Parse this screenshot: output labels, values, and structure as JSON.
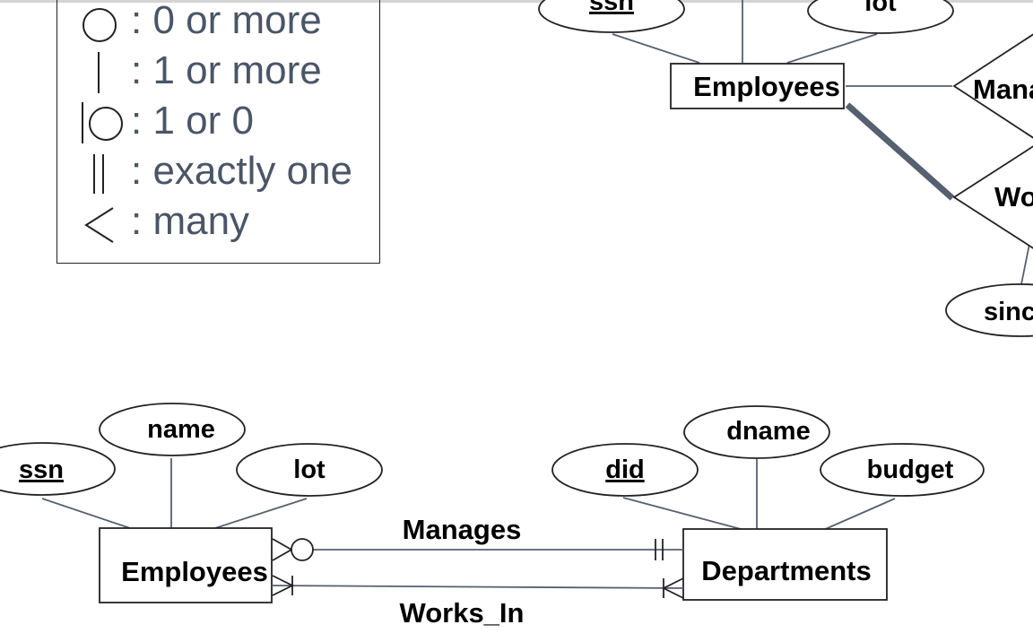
{
  "legend": {
    "items": [
      {
        "symbol": "circle-icon",
        "label": ": 0 or more"
      },
      {
        "symbol": "bar-icon",
        "label": ": 1 or more"
      },
      {
        "symbol": "bar-circle-icon",
        "label": ": 1 or 0"
      },
      {
        "symbol": "double-bar-icon",
        "label": ": exactly one"
      },
      {
        "symbol": "crowfoot-icon",
        "label": ": many"
      }
    ]
  },
  "top_diagram": {
    "entity": "Employees",
    "attributes": [
      "ssn",
      "lot",
      "sinc"
    ],
    "relationships": [
      "Mana",
      "Wo"
    ]
  },
  "bottom_diagram": {
    "entities": [
      "Employees",
      "Departments"
    ],
    "employee_attributes": [
      {
        "name": "ssn",
        "key": true
      },
      {
        "name": "name",
        "key": false
      },
      {
        "name": "lot",
        "key": false
      }
    ],
    "department_attributes": [
      {
        "name": "did",
        "key": true
      },
      {
        "name": "dname",
        "key": false
      },
      {
        "name": "budget",
        "key": false
      }
    ],
    "relationships": [
      "Manages",
      "Works_In"
    ]
  },
  "colors": {
    "line": "#556070",
    "ink": "#000000",
    "legend_text": "#4a5568"
  }
}
